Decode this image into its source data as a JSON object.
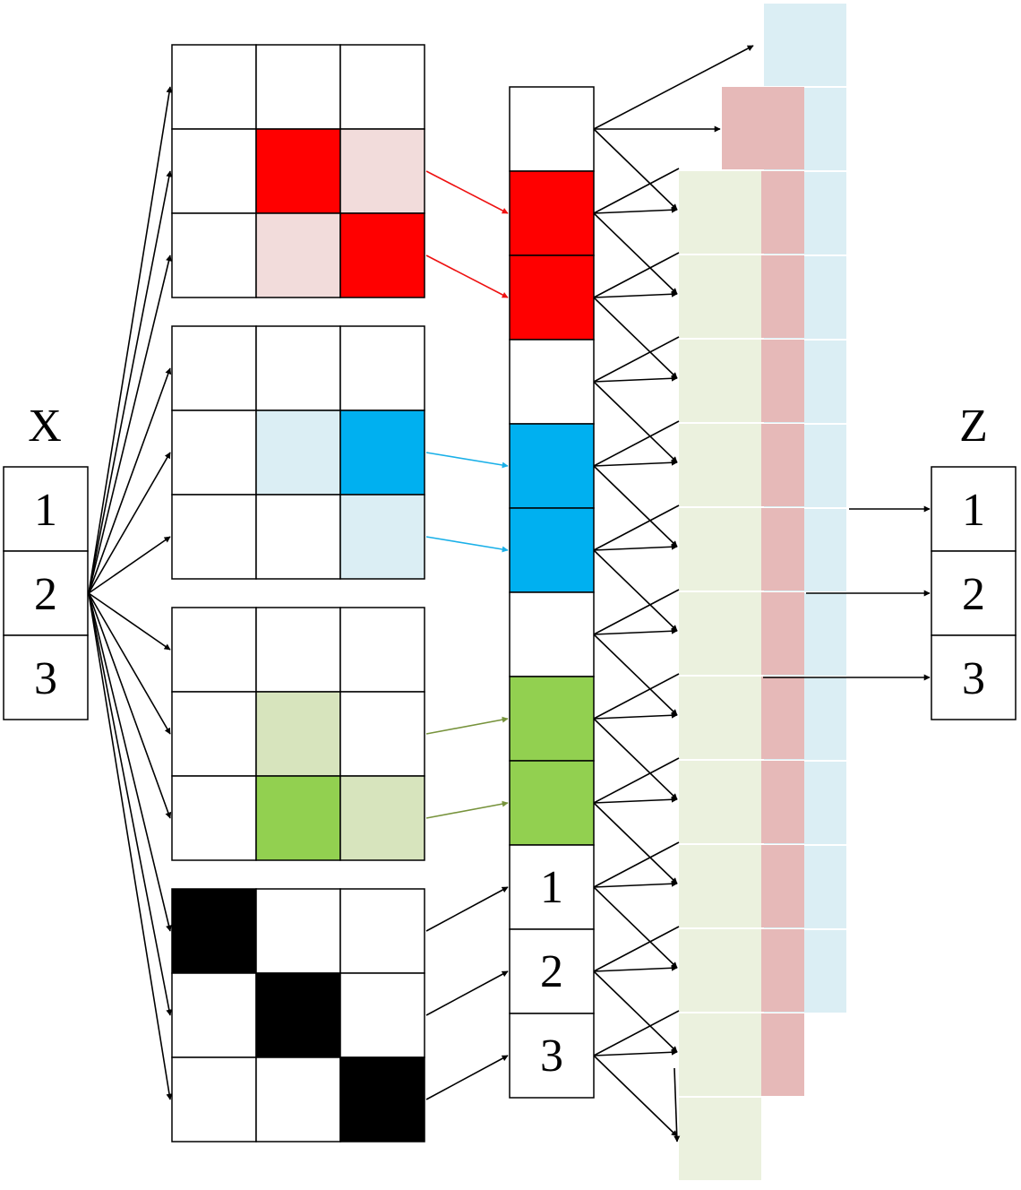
{
  "input_vector": {
    "label": "X",
    "cells": [
      "1",
      "2",
      "3"
    ]
  },
  "output_vector": {
    "label": "Z",
    "cells": [
      "1",
      "2",
      "3"
    ]
  },
  "feature_column_numbers": [
    "1",
    "2",
    "3"
  ],
  "matrices": [
    {
      "name": "red-matrix",
      "filled": [
        [
          1,
          1
        ],
        [
          2,
          2
        ]
      ],
      "light": [
        [
          1,
          2
        ],
        [
          2,
          1
        ]
      ],
      "color": "#ff0000",
      "light_color": "#f2dcdb",
      "arrow_color": "#ee1111"
    },
    {
      "name": "blue-matrix",
      "filled": [
        [
          1,
          2
        ]
      ],
      "light": [
        [
          1,
          1
        ],
        [
          2,
          2
        ]
      ],
      "color": "#00b0f0",
      "light_color": "#dbeef4",
      "arrow_color": "#1ab0e8"
    },
    {
      "name": "green-matrix",
      "filled": [
        [
          2,
          1
        ]
      ],
      "light": [
        [
          1,
          1
        ],
        [
          2,
          2
        ]
      ],
      "color": "#92d050",
      "light_color": "#d7e4bd",
      "arrow_color": "#77933c"
    },
    {
      "name": "identity-matrix",
      "filled": [
        [
          0,
          0
        ],
        [
          1,
          1
        ],
        [
          2,
          2
        ]
      ],
      "light": [],
      "color": "#000000",
      "light_color": "#ffffff",
      "arrow_color": "#000000"
    }
  ],
  "column_cells": [
    "empty",
    "red",
    "red",
    "empty",
    "blue",
    "blue",
    "empty",
    "green",
    "green",
    "1",
    "2",
    "3"
  ],
  "colors": {
    "red": "#ff0000",
    "blue": "#00b0f0",
    "green": "#92d050",
    "layer_green": "#ebf1de",
    "layer_pink": "#e6b9b8",
    "layer_blue": "#dbeef4"
  }
}
